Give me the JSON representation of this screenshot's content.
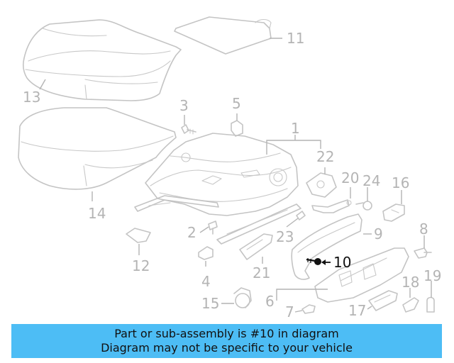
{
  "diagram": {
    "labels": {
      "p1": "1",
      "p2": "2",
      "p3": "3",
      "p4": "4",
      "p5": "5",
      "p6": "6",
      "p7": "7",
      "p8": "8",
      "p9": "9",
      "p10": "10",
      "p11": "11",
      "p12": "12",
      "p13": "13",
      "p14": "14",
      "p15": "15",
      "p16": "16",
      "p17": "17",
      "p18": "18",
      "p19": "19",
      "p20": "20",
      "p21": "21",
      "p22": "22",
      "p23": "23",
      "p24": "24"
    },
    "highlighted_part": "10",
    "colors": {
      "line": "#c4c4c4",
      "label": "#b4b4b4",
      "highlight": "#111111",
      "banner": "#4dbdf5"
    }
  },
  "banner": {
    "line1": "Part or sub-assembly is #10 in diagram",
    "line2": "Diagram may not be specific to your vehicle"
  }
}
